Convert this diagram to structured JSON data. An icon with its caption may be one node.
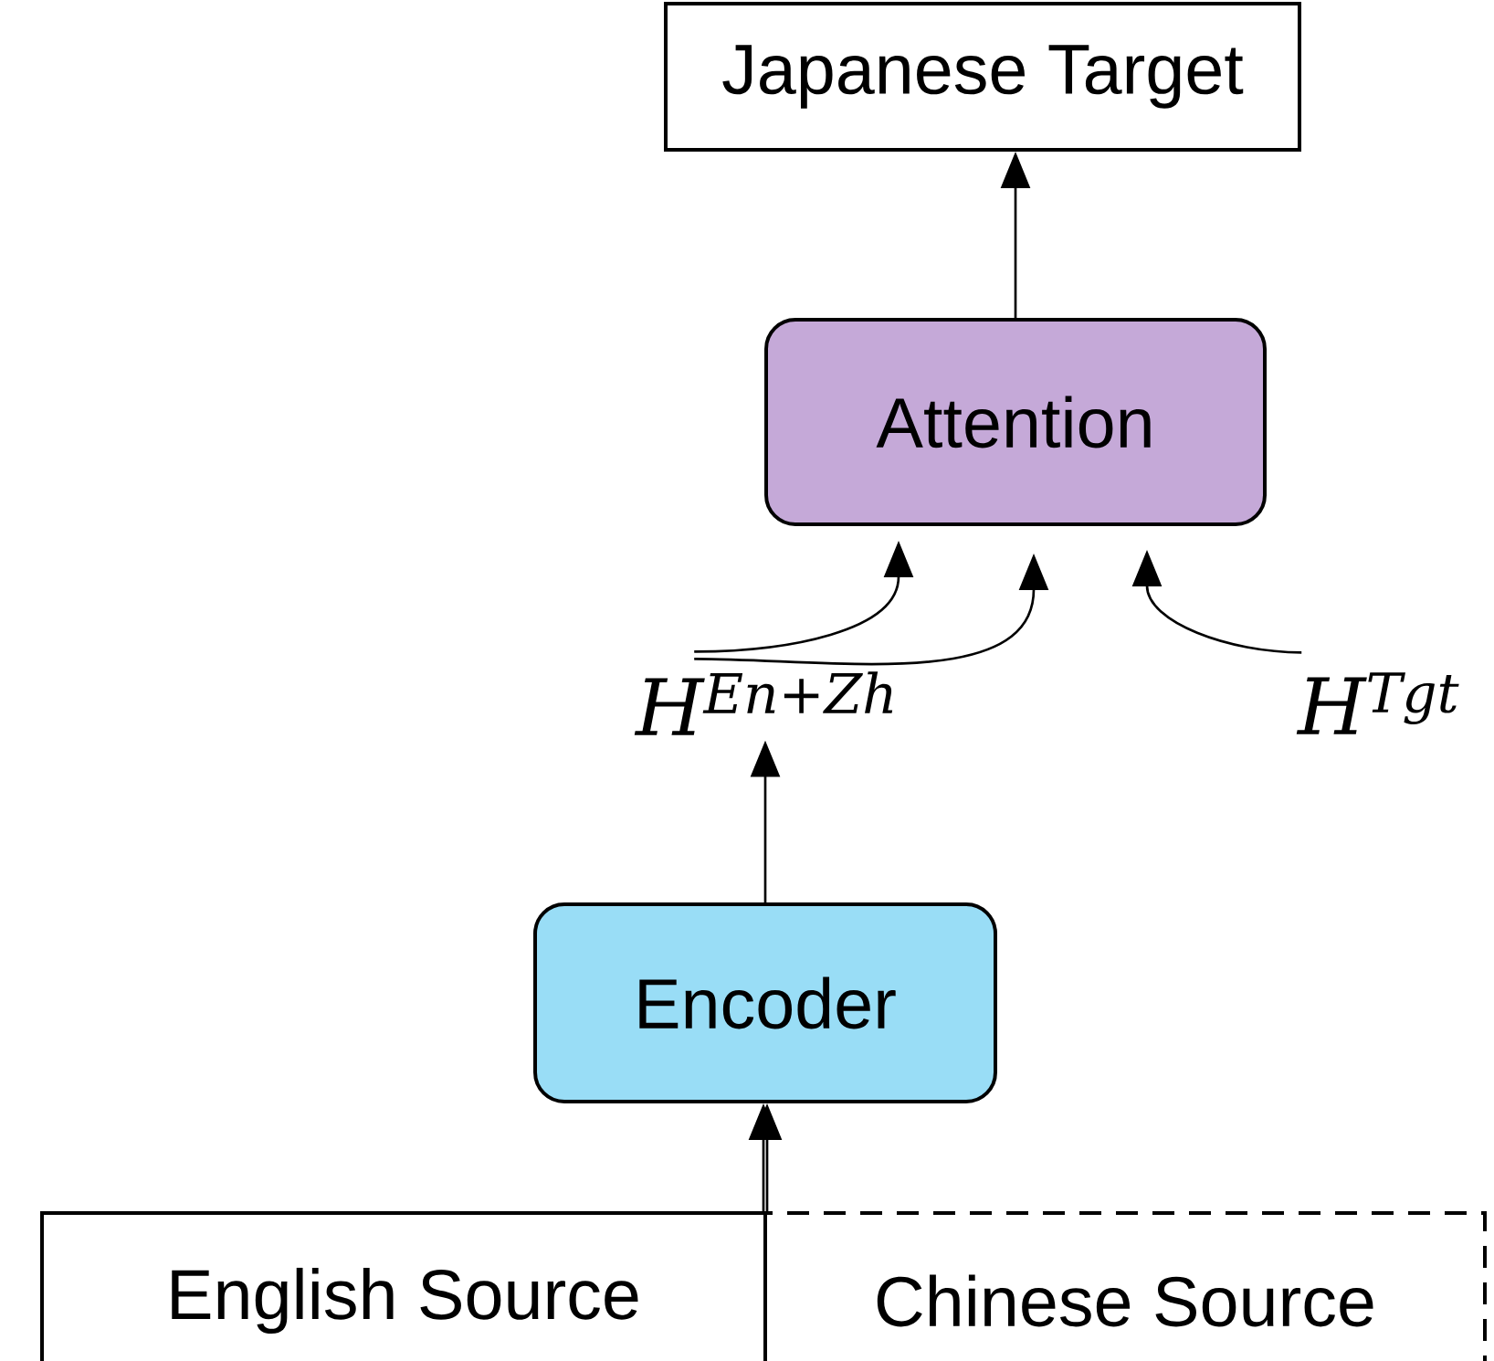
{
  "diagram": {
    "nodes": [
      {
        "text": [
          "Japanese Target"
        ]
      },
      {
        "text": [
          "Attention"
        ]
      },
      {
        "text": [
          "H$^{En+Zh}$"
        ]
      },
      {
        "text": [
          "H$^{Tgt}$"
        ]
      },
      {
        "text": [
          "Encoder"
        ]
      },
      {
        "text": [
          "English Source"
        ]
      },
      {
        "text": [
          "Chinese Source"
        ]
      }
    ],
    "edges": [
      {
        "from": 1,
        "to": 0,
        "arrow": "to"
      },
      {
        "from": 2,
        "to": 1,
        "arrow": "to"
      },
      {
        "from": 2,
        "to": 1,
        "arrow": "to"
      },
      {
        "from": 3,
        "to": 1,
        "arrow": "to"
      },
      {
        "from": 4,
        "to": 2,
        "arrow": "to"
      },
      {
        "from": 5,
        "to": 4,
        "arrow": "to"
      },
      {
        "from": 6,
        "to": 4,
        "arrow": "to"
      }
    ]
  }
}
